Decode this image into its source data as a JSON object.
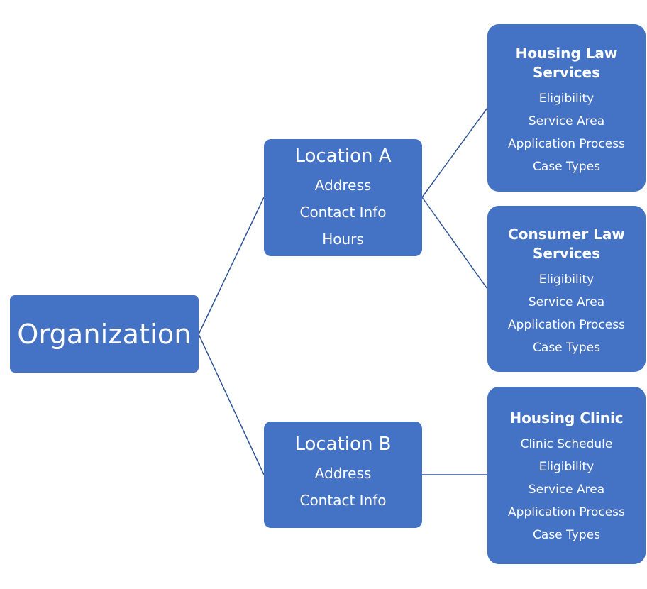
{
  "colors": {
    "node_fill": "#4472c4",
    "connector": "#2f5597",
    "text": "#ffffff"
  },
  "organization": {
    "title": "Organization"
  },
  "location_a": {
    "title": "Location A",
    "lines": [
      "Address",
      "Contact Info",
      "Hours"
    ]
  },
  "location_b": {
    "title": "Location B",
    "lines": [
      "Address",
      "Contact Info"
    ]
  },
  "housing_law": {
    "title": "Housing Law Services",
    "lines": [
      "Eligibility",
      "Service Area",
      "Application Process",
      "Case Types"
    ]
  },
  "consumer_law": {
    "title": "Consumer Law Services",
    "lines": [
      "Eligibility",
      "Service Area",
      "Application Process",
      "Case Types"
    ]
  },
  "housing_clinic": {
    "title": "Housing Clinic",
    "lines": [
      "Clinic Schedule",
      "Eligibility",
      "Service Area",
      "Application Process",
      "Case Types"
    ]
  }
}
